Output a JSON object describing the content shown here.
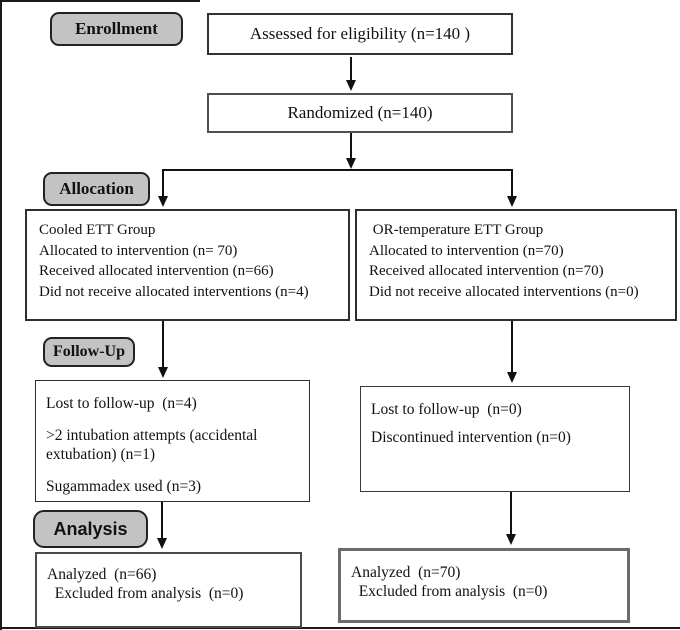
{
  "figure": {
    "type": "consort-flow-diagram",
    "colors": {
      "label_fill": "#c3c3c3",
      "label_border": "#222222",
      "box_border": "#2e2e2e",
      "arrow": "#111111",
      "background": "#ffffff"
    }
  },
  "stages": {
    "enrollment": {
      "label": "Enrollment"
    },
    "allocation": {
      "label": "Allocation"
    },
    "followup": {
      "label": "Follow-Up"
    },
    "analysis": {
      "label": "Analysis"
    }
  },
  "boxes": {
    "assessed": {
      "text": "Assessed for eligibility (n=140 )"
    },
    "randomized": {
      "text": "Randomized (n=140)"
    },
    "alloc_left": {
      "lines": [
        "Cooled ETT Group",
        "Allocated to intervention (n= 70)",
        "Received allocated intervention (n=66)",
        "Did not receive allocated interventions (n=4)"
      ]
    },
    "alloc_right": {
      "lines": [
        " OR-temperature ETT Group",
        "Allocated to intervention (n=70)",
        "Received allocated intervention (n=70)",
        "Did not receive allocated interventions (n=0)"
      ]
    },
    "followup_left": {
      "paragraphs": [
        "Lost to follow-up  (n=4)",
        ">2 intubation attempts (accidental extubation) (n=1)",
        "Sugammadex used (n=3)"
      ]
    },
    "followup_right": {
      "paragraphs": [
        "Lost to follow-up  (n=0)",
        "Discontinued intervention (n=0)"
      ]
    },
    "analysis_left": {
      "lines": [
        "Analyzed  (n=66)",
        "  Excluded from analysis  (n=0)"
      ]
    },
    "analysis_right": {
      "lines": [
        "Analyzed  (n=70)",
        "  Excluded from analysis  (n=0)"
      ]
    }
  }
}
